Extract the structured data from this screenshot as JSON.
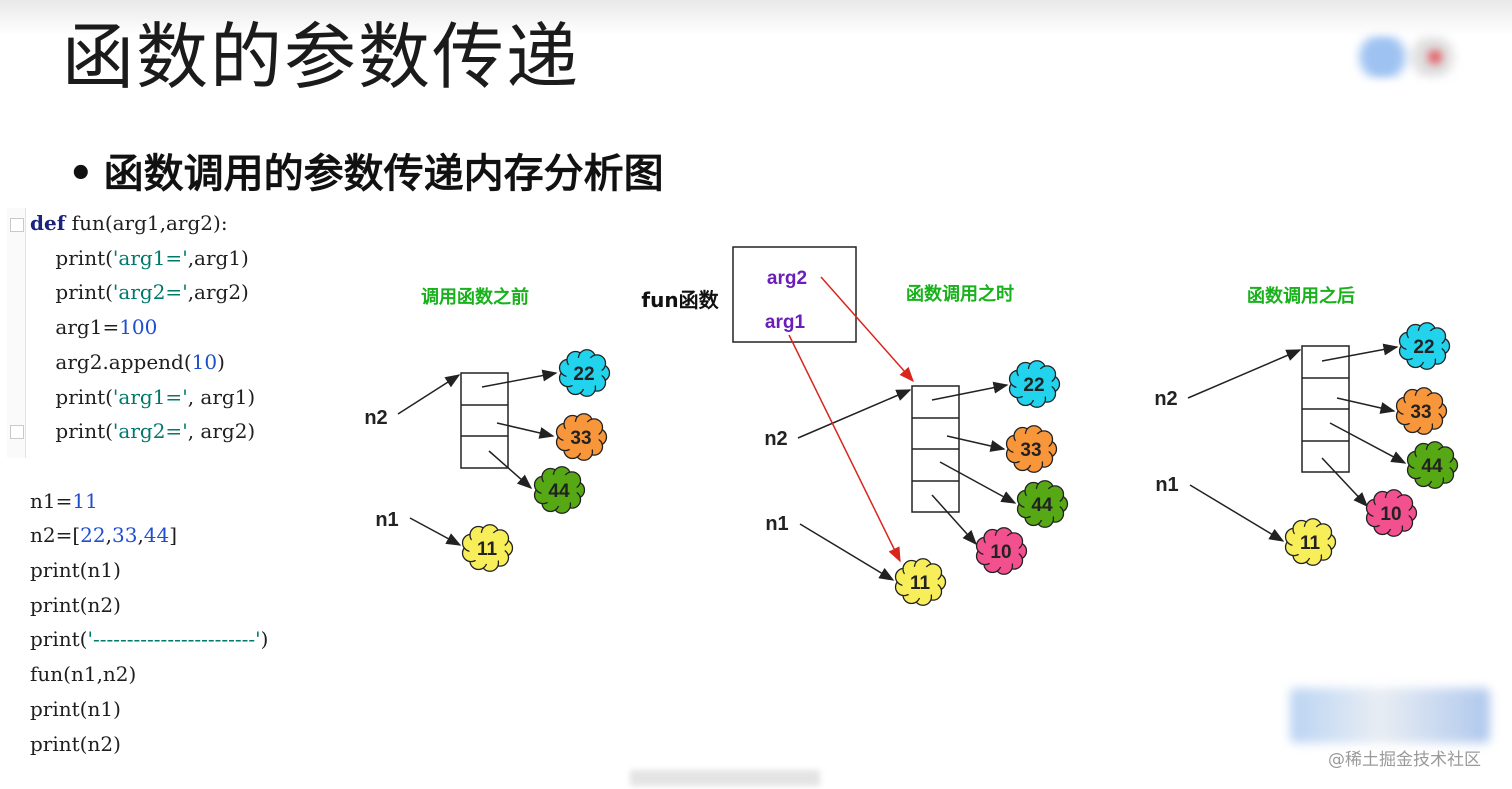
{
  "slide": {
    "title": "函数的参数传递",
    "bullet": "函数调用的参数传递内存分析图"
  },
  "code_lines": [
    {
      "tokens": [
        {
          "t": "def",
          "c": "kw"
        },
        {
          "t": " fun(arg1,arg2):",
          "c": ""
        }
      ]
    },
    {
      "tokens": [
        {
          "t": "    print(",
          "c": ""
        },
        {
          "t": "'arg1='",
          "c": "str"
        },
        {
          "t": ",arg1)",
          "c": ""
        }
      ]
    },
    {
      "tokens": [
        {
          "t": "    print(",
          "c": ""
        },
        {
          "t": "'arg2='",
          "c": "str"
        },
        {
          "t": ",arg2)",
          "c": ""
        }
      ]
    },
    {
      "tokens": [
        {
          "t": "    arg1=",
          "c": ""
        },
        {
          "t": "100",
          "c": "num"
        }
      ]
    },
    {
      "tokens": [
        {
          "t": "    arg2.append(",
          "c": ""
        },
        {
          "t": "10",
          "c": "num"
        },
        {
          "t": ")",
          "c": ""
        }
      ]
    },
    {
      "tokens": [
        {
          "t": "    print(",
          "c": ""
        },
        {
          "t": "'arg1='",
          "c": "str"
        },
        {
          "t": ", arg1)",
          "c": ""
        }
      ]
    },
    {
      "tokens": [
        {
          "t": "    print(",
          "c": ""
        },
        {
          "t": "'arg2='",
          "c": "str"
        },
        {
          "t": ", arg2)",
          "c": ""
        }
      ]
    },
    {
      "tokens": []
    },
    {
      "tokens": [
        {
          "t": "n1=",
          "c": ""
        },
        {
          "t": "11",
          "c": "num"
        }
      ]
    },
    {
      "tokens": [
        {
          "t": "n2=[",
          "c": ""
        },
        {
          "t": "22",
          "c": "num"
        },
        {
          "t": ",",
          "c": ""
        },
        {
          "t": "33",
          "c": "num"
        },
        {
          "t": ",",
          "c": ""
        },
        {
          "t": "44",
          "c": "num"
        },
        {
          "t": "]",
          "c": ""
        }
      ]
    },
    {
      "tokens": [
        {
          "t": "print(n1)",
          "c": ""
        }
      ]
    },
    {
      "tokens": [
        {
          "t": "print(n2)",
          "c": ""
        }
      ]
    },
    {
      "tokens": [
        {
          "t": "print(",
          "c": ""
        },
        {
          "t": "'------------------------'",
          "c": "str"
        },
        {
          "t": ")",
          "c": ""
        }
      ]
    },
    {
      "tokens": [
        {
          "t": "fun(n1,n2)",
          "c": ""
        }
      ]
    },
    {
      "tokens": [
        {
          "t": "print(n1)",
          "c": ""
        }
      ]
    },
    {
      "tokens": [
        {
          "t": "print(n2)",
          "c": ""
        }
      ]
    }
  ],
  "diagram": {
    "stage_before": "调用函数之前",
    "stage_during": "函数调用之时",
    "stage_after": "函数调用之后",
    "var_n1": "n1",
    "var_n2": "n2",
    "fun_label": "fun函数",
    "param_arg1": "arg1",
    "param_arg2": "arg2",
    "values": {
      "v22": "22",
      "v33": "33",
      "v44": "44",
      "v11": "11",
      "v10": "10"
    },
    "colors": {
      "v22": "#22d3ee",
      "v33": "#f7963a",
      "v44": "#56a814",
      "v11": "#f8ee5a",
      "v10": "#f2508e",
      "stage_label": "#19b11c",
      "param": "#6a1fb8",
      "red_arrow": "#d8261c"
    }
  },
  "watermark": "@稀土掘金技术社区"
}
